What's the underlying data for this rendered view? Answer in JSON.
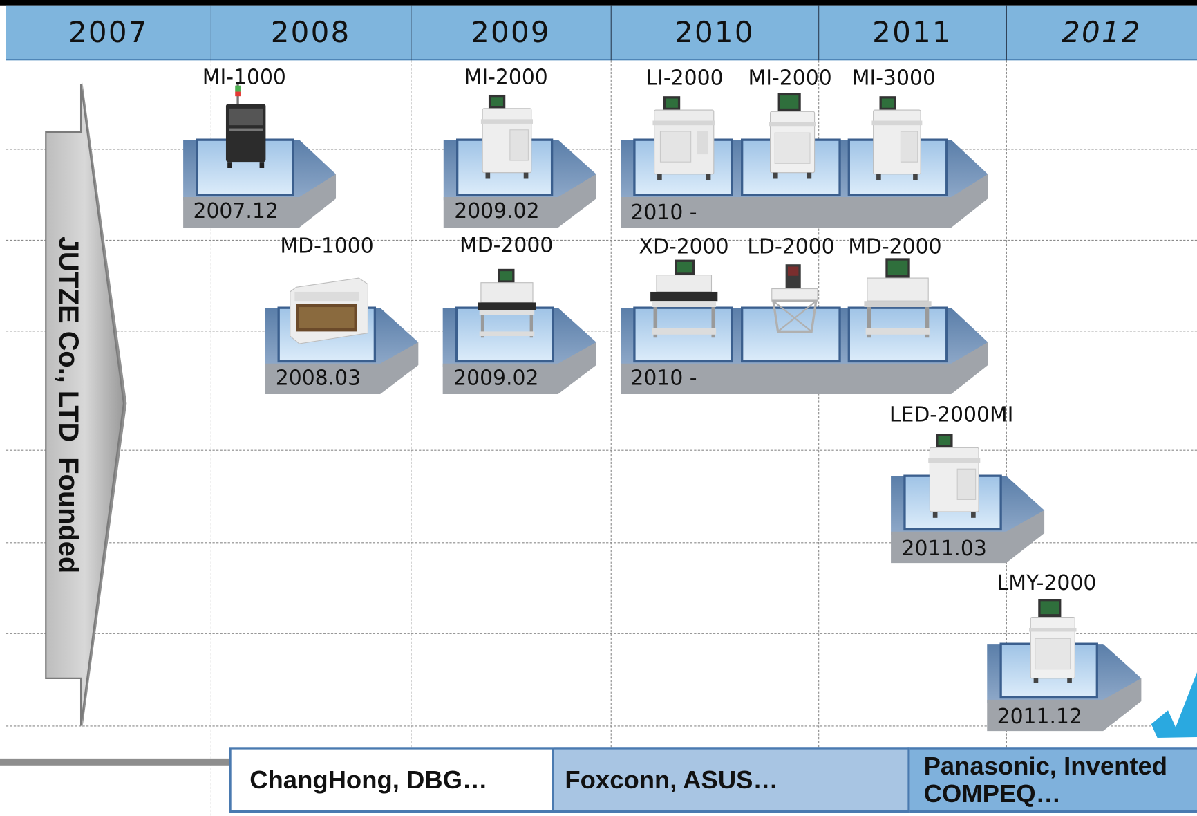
{
  "header": {
    "years": [
      "2007",
      "2008",
      "2009",
      "2010",
      "2011",
      "2012"
    ]
  },
  "company": {
    "label": "JUTZE Co., LTD  Founded"
  },
  "platforms": [
    {
      "date": "2007.12",
      "products": [
        "MI-1000"
      ]
    },
    {
      "date": "2009.02",
      "products": [
        "MI-2000"
      ]
    },
    {
      "date": "2010 -",
      "products": [
        "LI-2000",
        "MI-2000",
        "MI-3000"
      ]
    },
    {
      "date": "2008.03",
      "products": [
        "MD-1000"
      ]
    },
    {
      "date": "2009.02",
      "products": [
        "MD-2000"
      ]
    },
    {
      "date": "2010 -",
      "products": [
        "XD-2000",
        "LD-2000",
        "MD-2000"
      ]
    },
    {
      "date": "2011.03",
      "products": [
        "LED-2000MI"
      ]
    },
    {
      "date": "2011.12",
      "products": [
        "LMY-2000"
      ]
    }
  ],
  "customers": [
    {
      "label": "ChangHong, DBG…"
    },
    {
      "label": "Foxconn, ASUS…"
    },
    {
      "label": "Panasonic, Invented",
      "label2": "COMPEQ…"
    }
  ],
  "colors": {
    "header": "#7fb5dd",
    "platform_top": "#6a8cb5",
    "platform_bottom": "#a0a4aa",
    "customer_mid": "#a8c5e3",
    "customer_right": "#7fb1dc",
    "check": "#2aa9e0"
  }
}
